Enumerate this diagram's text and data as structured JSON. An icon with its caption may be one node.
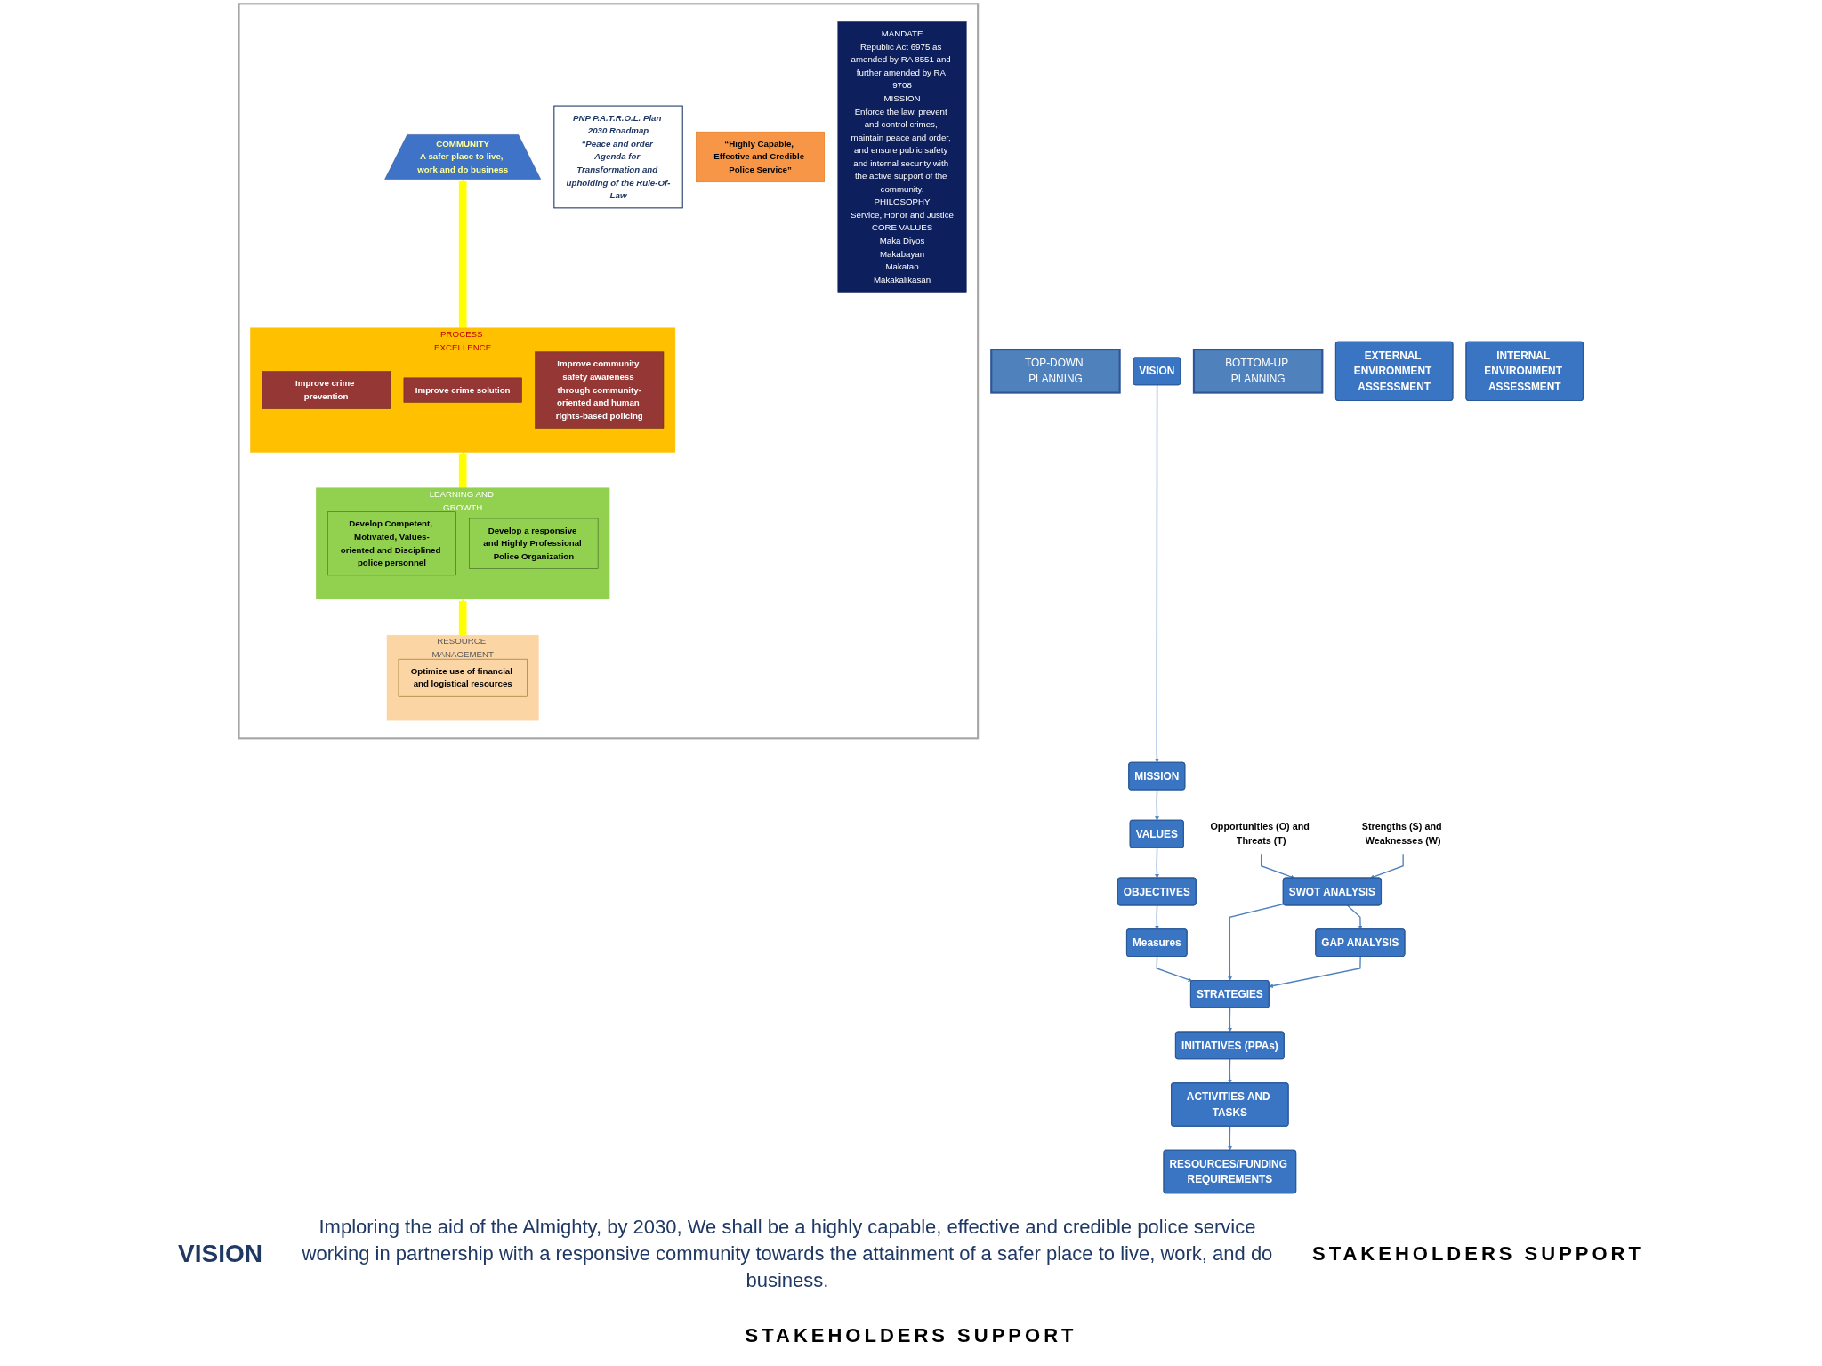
{
  "diagram": {
    "nodes": [
      {
        "text": [
          "TOP-DOWN PLANNING"
        ]
      },
      {
        "text": [
          "VISION"
        ]
      },
      {
        "text": [
          "MISSION"
        ]
      },
      {
        "text": [
          "VALUES"
        ]
      },
      {
        "text": [
          "OBJECTIVES"
        ]
      },
      {
        "text": [
          "Measures"
        ]
      },
      {
        "text": [
          "STRATEGIES"
        ]
      },
      {
        "text": [
          "INITIATIVES (PPAs)"
        ]
      },
      {
        "text": [
          "ACTIVITIES AND TASKS"
        ]
      },
      {
        "text": [
          "RESOURCES/FUNDING REQUIREMENTS"
        ]
      },
      {
        "text": [
          "BOTTOM-UP PLANNING"
        ]
      },
      {
        "text": [
          "SWOT ANALYSIS"
        ]
      },
      {
        "text": [
          "GAP ANALYSIS"
        ]
      },
      {
        "text": [
          "Opportunities (O) and Threats (T)"
        ]
      },
      {
        "text": [
          "Strengths (S) and Weaknesses (W)"
        ]
      },
      {
        "text": [
          "EXTERNAL ENVIRONMENT ASSESSMENT"
        ]
      },
      {
        "text": [
          "INTERNAL ENVIRONMENT ASSESSMENT"
        ]
      },
      {
        "text": [],
        "shape": "box"
      },
      {
        "text": [
          "PNP P.A.T.R.O.L. Plan 2030 Roadmap",
          "“Peace and order Agenda for Transformation and upholding of the Rule-Of-Law"
        ],
        "in": 17
      },
      {
        "text": [
          "“Highly Capable, Effective and Credible Police Service”"
        ],
        "in": 17
      },
      {
        "text": [
          "MANDATE",
          "Republic Act 6975 as amended by RA 8551 and further amended by RA 9708",
          "MISSION",
          "Enforce the law, prevent and control crimes, maintain peace and order, and ensure public safety and internal security with the active support of the community.",
          "PHILOSOPHY",
          "Service, Honor and Justice",
          "CORE VALUES",
          "Maka Diyos",
          "Makabayan",
          "Makatao",
          "Makakalikasan"
        ],
        "in": 17
      },
      {
        "text": [
          "COMMUNITY",
          "A safer place to live, work and do business"
        ],
        "in": 17
      },
      {
        "text": [
          "PROCESS EXCELLENCE"
        ],
        "in": 17
      },
      {
        "text": [
          "Improve crime prevention"
        ],
        "in": 22
      },
      {
        "text": [
          "Improve crime solution"
        ],
        "in": 22
      },
      {
        "text": [
          "Improve community safety awareness through community-oriented and human rights-based policing"
        ],
        "in": 22
      },
      {
        "text": [
          "LEARNING AND GROWTH"
        ],
        "in": 17
      },
      {
        "text": [
          "Develop Competent, Motivated, Values-oriented and Disciplined police personnel"
        ],
        "in": 26
      },
      {
        "text": [
          "Develop a responsive and Highly Professional Police Organization"
        ],
        "in": 26
      },
      {
        "text": [
          "RESOURCE MANAGEMENT"
        ],
        "in": 17
      },
      {
        "text": [
          "Optimize use of financial and logistical resources"
        ],
        "in": 29
      }
    ],
    "edges": [
      {
        "from": 1,
        "to": 2,
        "arrow": "to"
      },
      {
        "from": 2,
        "to": 3,
        "arrow": "to"
      },
      {
        "from": 3,
        "to": 4,
        "arrow": "to"
      },
      {
        "from": 4,
        "to": 5,
        "arrow": "to"
      },
      {
        "from": 5,
        "to": 6,
        "arrow": "to"
      },
      {
        "from": 6,
        "to": 7,
        "arrow": "to"
      },
      {
        "from": 7,
        "to": 8,
        "arrow": "to"
      },
      {
        "from": 8,
        "to": 9,
        "arrow": "to"
      },
      {
        "from": 11,
        "to": 6,
        "arrow": "to"
      },
      {
        "from": 12,
        "to": 6,
        "arrow": "to"
      },
      {
        "from": 11,
        "to": 12,
        "arrow": "to"
      },
      {
        "from": 13,
        "to": 11,
        "arrow": "to"
      },
      {
        "from": 14,
        "to": 11,
        "arrow": "to"
      },
      {
        "from": 29,
        "to": 26,
        "arrow": "to",
        "style": "thick",
        "color": "#ffff00"
      },
      {
        "from": 26,
        "to": 22,
        "arrow": "to",
        "style": "thick",
        "color": "#ffff00"
      },
      {
        "from": 22,
        "to": 21,
        "arrow": "to",
        "style": "thick",
        "color": "#ffff00"
      }
    ],
    "labels": [
      "VISION",
      "Imploring the aid of the Almighty, by 2030, We shall be a highly capable, effective and credible police service working in partnership with a responsive community towards the attainment of a safer place to live, work, and do business.",
      "STAKEHOLDERS SUPPORT",
      "STAKEHOLDERS SUPPORT"
    ]
  }
}
